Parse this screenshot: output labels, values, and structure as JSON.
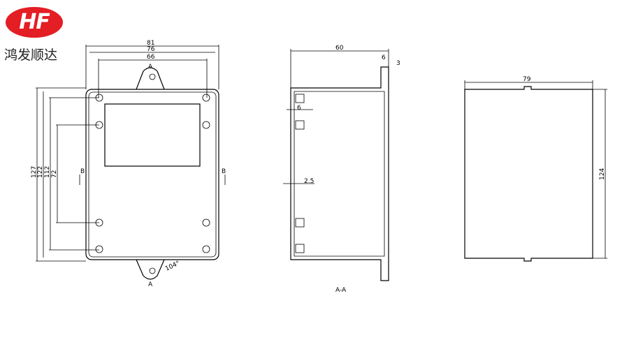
{
  "logo": {
    "text": "HF",
    "color": "#e31e24"
  },
  "brand_name": "鸿发顺达",
  "front_view": {
    "width_dims": [
      "81",
      "76",
      "66"
    ],
    "height_dims": [
      "127",
      "122",
      "112",
      "72"
    ],
    "section_marks": [
      "A",
      "A",
      "B",
      "B"
    ],
    "angle": "104°"
  },
  "section_view": {
    "dims": [
      "60",
      "6",
      "3",
      "6",
      "2.5"
    ],
    "caption": "A-A"
  },
  "side_view": {
    "dims": [
      "79",
      "124"
    ]
  }
}
